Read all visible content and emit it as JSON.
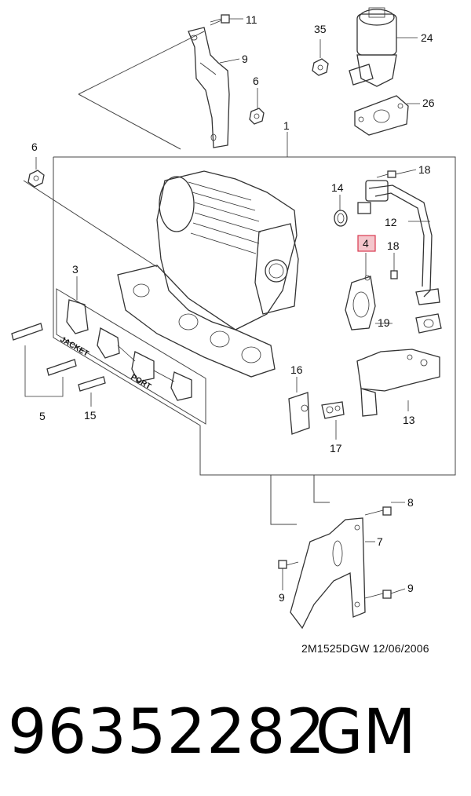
{
  "diagram": {
    "callouts": [
      {
        "id": "c1",
        "text": "1"
      },
      {
        "id": "c3",
        "text": "3"
      },
      {
        "id": "c4",
        "text": "4",
        "highlight": "#e06a7a"
      },
      {
        "id": "c5",
        "text": "5"
      },
      {
        "id": "c6a",
        "text": "6"
      },
      {
        "id": "c6b",
        "text": "6"
      },
      {
        "id": "c7",
        "text": "7"
      },
      {
        "id": "c8",
        "text": "8"
      },
      {
        "id": "c9a",
        "text": "9"
      },
      {
        "id": "c9b",
        "text": "9"
      },
      {
        "id": "c9c",
        "text": "9"
      },
      {
        "id": "c11",
        "text": "11"
      },
      {
        "id": "c12",
        "text": "12"
      },
      {
        "id": "c13",
        "text": "13"
      },
      {
        "id": "c14",
        "text": "14"
      },
      {
        "id": "c15",
        "text": "15"
      },
      {
        "id": "c16",
        "text": "16"
      },
      {
        "id": "c17",
        "text": "17"
      },
      {
        "id": "c18a",
        "text": "18"
      },
      {
        "id": "c18b",
        "text": "18"
      },
      {
        "id": "c19",
        "text": "19"
      },
      {
        "id": "c24",
        "text": "24"
      },
      {
        "id": "c26",
        "text": "26"
      },
      {
        "id": "c35",
        "text": "35"
      }
    ],
    "gasket_labels": {
      "jacket": "JACKET",
      "port": "PORT"
    },
    "footer_code": "2M1525DGW  12/06/2006"
  },
  "product": {
    "part_number": "96352282",
    "brand": "GM"
  }
}
